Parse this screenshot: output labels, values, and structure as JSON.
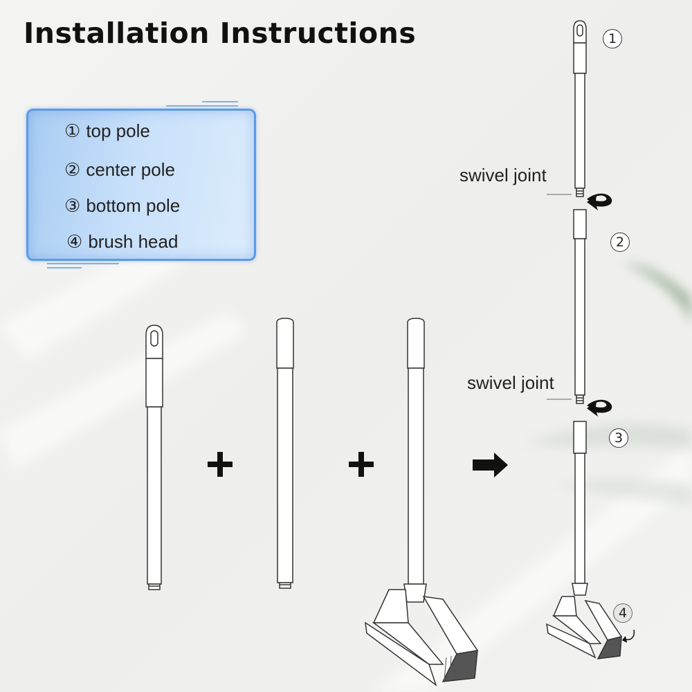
{
  "title": "Installation Instructions",
  "legend": {
    "items": [
      {
        "num": "①",
        "label": "top pole"
      },
      {
        "num": "②",
        "label": "center pole"
      },
      {
        "num": "③",
        "label": "bottom pole"
      },
      {
        "num": "④",
        "label": "brush head"
      }
    ]
  },
  "assembled": {
    "joint_label_1": "swivel joint",
    "joint_label_2": "swivel joint",
    "steps": [
      "1",
      "2",
      "3",
      "4"
    ]
  },
  "operators": {
    "plus": "+",
    "arrow": "arrow-right-icon"
  },
  "colors": {
    "legend_border": "#5c9ae6",
    "legend_fill": "#c8e0fa",
    "stroke": "#333333"
  }
}
